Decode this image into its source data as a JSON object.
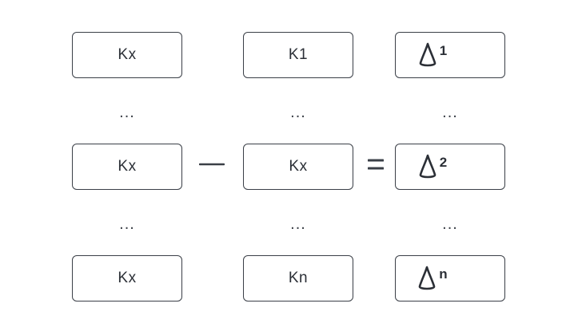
{
  "column_a": {
    "top": "Kx",
    "middle": "Kx",
    "bottom": "Kx"
  },
  "column_b": {
    "top": "K1",
    "middle": "Kx",
    "bottom": "Kn"
  },
  "column_c": {
    "top_subscript": "1",
    "middle_subscript": "2",
    "bottom_subscript": "n"
  },
  "ellipsis": "...",
  "icons": {
    "delta": "delta-icon",
    "minus": "minus-sign",
    "equals": "equals-sign"
  },
  "colors": {
    "stroke": "#3a3f47",
    "text": "#2b2f36",
    "background": "#ffffff"
  }
}
